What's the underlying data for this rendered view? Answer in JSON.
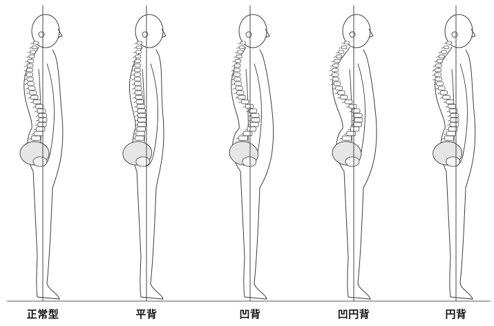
{
  "figures": [
    {
      "label": "正常型",
      "thoracic_curve": 1.0,
      "lumbar_curve": 1.0,
      "pelvis_tilt": 0.0
    },
    {
      "label": "平背",
      "thoracic_curve": 0.35,
      "lumbar_curve": 0.35,
      "pelvis_tilt": -0.3
    },
    {
      "label": "凹背",
      "thoracic_curve": 1.0,
      "lumbar_curve": 1.8,
      "pelvis_tilt": 0.7
    },
    {
      "label": "凹円背",
      "thoracic_curve": 1.9,
      "lumbar_curve": 1.7,
      "pelvis_tilt": 0.5
    },
    {
      "label": "円背",
      "thoracic_curve": 1.8,
      "lumbar_curve": 0.8,
      "pelvis_tilt": -0.1
    }
  ],
  "colors": {
    "outline": "#3a3a3a",
    "spine": "#555555",
    "vertebra_fill": "#ffffff",
    "pelvis_fill": "#e6e6e6",
    "plumb_line": "#444444",
    "ground": "#555555"
  }
}
